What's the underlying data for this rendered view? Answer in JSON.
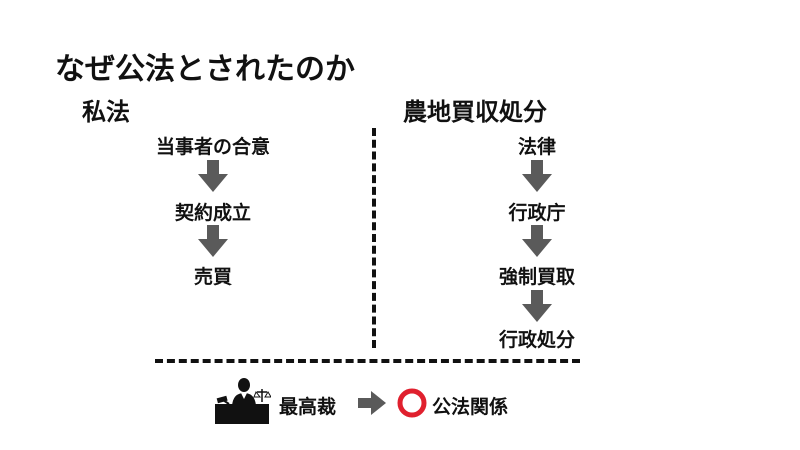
{
  "title": "なぜ公法とされたのか",
  "left": {
    "heading": "私法",
    "steps": [
      "当事者の合意",
      "契約成立",
      "売買"
    ]
  },
  "right": {
    "heading": "農地買収処分",
    "steps": [
      "法律",
      "行政庁",
      "強制買取",
      "行政処分"
    ]
  },
  "bottom": {
    "court_label": "最高裁",
    "result_label": "公法関係",
    "court_icon": "judge-at-bench-icon",
    "arrow_icon": "arrow-right-icon",
    "circle_icon": "circle-mark-icon",
    "circle_color": "#e0202e"
  },
  "colors": {
    "arrow": "#5a5a5a",
    "text": "#111111"
  }
}
